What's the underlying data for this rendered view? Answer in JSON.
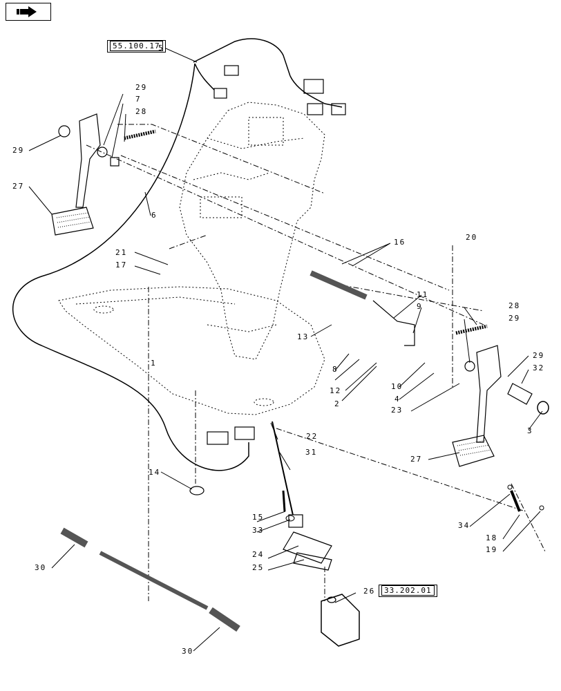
{
  "nav": {
    "icon": "arrow-right-icon"
  },
  "refs": {
    "r1": "55.100.17",
    "r2": "33.202.01"
  },
  "callouts": {
    "c1": "1",
    "c2": "2",
    "c3": "3",
    "c4": "4",
    "c5": "5",
    "c6": "6",
    "c7": "7",
    "c8": "8",
    "c9": "9",
    "c10": "10",
    "c11": "11",
    "c12": "12",
    "c13": "13",
    "c14": "14",
    "c15": "15",
    "c16": "16",
    "c17": "17",
    "c18": "18",
    "c19": "19",
    "c20": "20",
    "c21": "21",
    "c22": "22",
    "c23": "23",
    "c24": "24",
    "c25": "25",
    "c26": "26",
    "c27a": "27",
    "c27b": "27",
    "c28a": "28",
    "c28b": "28",
    "c29a": "29",
    "c29b": "29",
    "c29c": "29",
    "c29d": "29",
    "c30a": "30",
    "c30b": "30",
    "c31": "31",
    "c32": "32",
    "c33": "33",
    "c34": "34"
  }
}
